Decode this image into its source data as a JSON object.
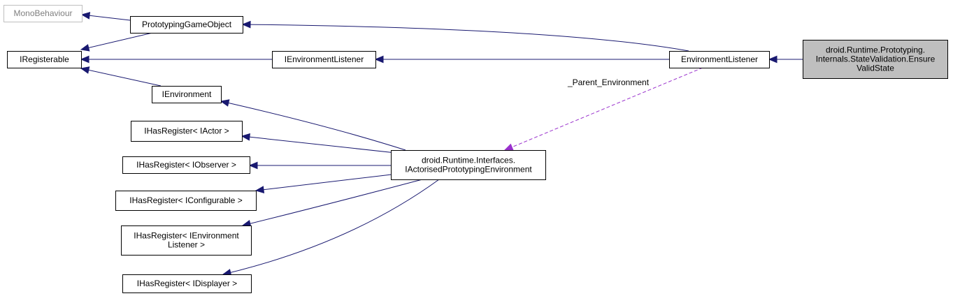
{
  "diagram": {
    "nodes": [
      {
        "id": "monobehaviour",
        "lines": [
          "MonoBehaviour"
        ],
        "style": "external"
      },
      {
        "id": "prototyping-game-object",
        "lines": [
          "PrototypingGameObject"
        ],
        "style": "normal"
      },
      {
        "id": "iregisterable",
        "lines": [
          "IRegisterable"
        ],
        "style": "normal"
      },
      {
        "id": "ienvironment-listener-interface",
        "lines": [
          "IEnvironmentListener"
        ],
        "style": "normal"
      },
      {
        "id": "environment-listener",
        "lines": [
          "EnvironmentListener"
        ],
        "style": "normal"
      },
      {
        "id": "ensure-valid-state",
        "lines": [
          "droid.Runtime.Prototyping.",
          "Internals.StateValidation.Ensure",
          "ValidState"
        ],
        "style": "focus"
      },
      {
        "id": "ienvironment",
        "lines": [
          "IEnvironment"
        ],
        "style": "normal"
      },
      {
        "id": "ihasregister-iactor",
        "lines": [
          "IHasRegister< IActor >"
        ],
        "style": "normal"
      },
      {
        "id": "ihasregister-iobserver",
        "lines": [
          "IHasRegister< IObserver >"
        ],
        "style": "normal"
      },
      {
        "id": "ihasregister-iconfigurable",
        "lines": [
          "IHasRegister< IConfigurable >"
        ],
        "style": "normal"
      },
      {
        "id": "ihasregister-ienvironment-listener",
        "lines": [
          "IHasRegister< IEnvironment",
          "Listener >"
        ],
        "style": "normal"
      },
      {
        "id": "ihasregister-idisplayer",
        "lines": [
          "IHasRegister< IDisplayer >"
        ],
        "style": "normal"
      },
      {
        "id": "iactorised-prototyping-environment",
        "lines": [
          "droid.Runtime.Interfaces.",
          "IActorisedPrototypingEnvironment"
        ],
        "style": "normal"
      }
    ],
    "edges": [
      {
        "from": "prototyping-game-object",
        "to": "monobehaviour",
        "kind": "inheritance"
      },
      {
        "from": "prototyping-game-object",
        "to": "iregisterable",
        "kind": "inheritance"
      },
      {
        "from": "ienvironment-listener-interface",
        "to": "iregisterable",
        "kind": "inheritance"
      },
      {
        "from": "ienvironment",
        "to": "iregisterable",
        "kind": "inheritance"
      },
      {
        "from": "environment-listener",
        "to": "prototyping-game-object",
        "kind": "inheritance"
      },
      {
        "from": "environment-listener",
        "to": "ienvironment-listener-interface",
        "kind": "inheritance"
      },
      {
        "from": "ensure-valid-state",
        "to": "environment-listener",
        "kind": "inheritance"
      },
      {
        "from": "iactorised-prototyping-environment",
        "to": "ienvironment",
        "kind": "inheritance"
      },
      {
        "from": "iactorised-prototyping-environment",
        "to": "ihasregister-iactor",
        "kind": "inheritance"
      },
      {
        "from": "iactorised-prototyping-environment",
        "to": "ihasregister-iobserver",
        "kind": "inheritance"
      },
      {
        "from": "iactorised-prototyping-environment",
        "to": "ihasregister-iconfigurable",
        "kind": "inheritance"
      },
      {
        "from": "iactorised-prototyping-environment",
        "to": "ihasregister-ienvironment-listener",
        "kind": "inheritance"
      },
      {
        "from": "iactorised-prototyping-environment",
        "to": "ihasregister-idisplayer",
        "kind": "inheritance"
      },
      {
        "from": "environment-listener",
        "to": "iactorised-prototyping-environment",
        "kind": "usage",
        "label": "_Parent_Environment"
      }
    ],
    "colors": {
      "inheritance_edge": "#191970",
      "usage_edge": "#9a32cd",
      "focus_fill": "#bfbfbf",
      "external_border": "#bfbfbf",
      "external_text": "#7f7f7f"
    }
  }
}
